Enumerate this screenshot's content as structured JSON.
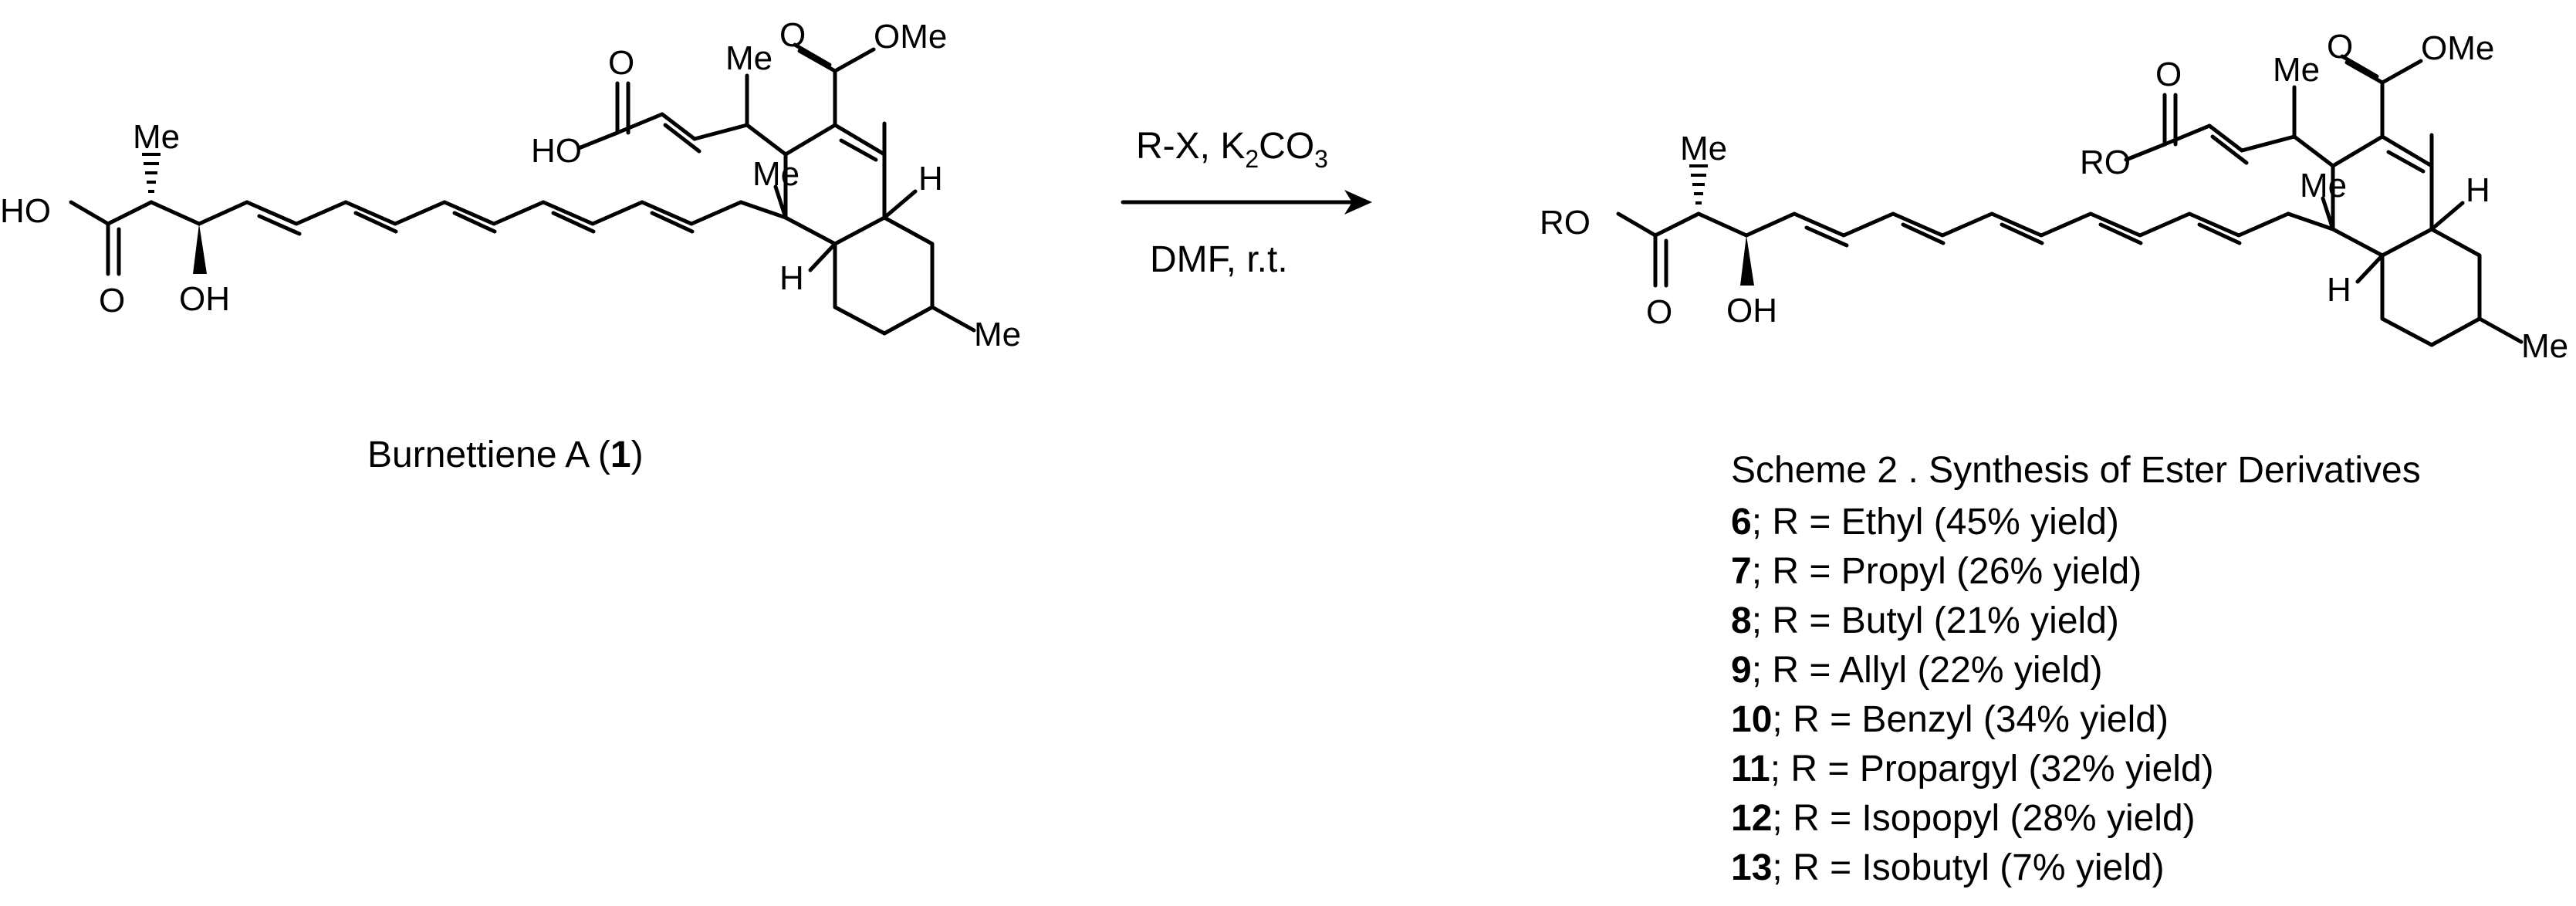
{
  "reactant": {
    "name_prefix": "Burnettiene A (",
    "number": "1",
    "name_suffix": ")"
  },
  "conditions": {
    "reagent_prefix": "R-X, K",
    "reagent_sub1": "2",
    "reagent_mid": "CO",
    "reagent_sub2": "3",
    "solvent": "DMF, r.t."
  },
  "atoms": {
    "ho": "HO",
    "o": "O",
    "oh": "OH",
    "me": "Me",
    "h": "H",
    "ome": "OMe",
    "ro": "RO"
  },
  "caption": {
    "title": "Scheme 2 . Synthesis of Ester Derivatives",
    "products": [
      {
        "num": "6",
        "text": "; R = Ethyl (45% yield)"
      },
      {
        "num": "7",
        "text": "; R = Propyl (26% yield)"
      },
      {
        "num": "8",
        "text": "; R = Butyl (21% yield)"
      },
      {
        "num": "9",
        "text": "; R = Allyl (22% yield)"
      },
      {
        "num": "10",
        "text": "; R = Benzyl (34% yield)"
      },
      {
        "num": "11",
        "text": "; R = Propargyl (32% yield)"
      },
      {
        "num": "12",
        "text": "; R = Isopopyl (28% yield)"
      },
      {
        "num": "13",
        "text": "; R = Isobutyl (7% yield)"
      }
    ]
  }
}
